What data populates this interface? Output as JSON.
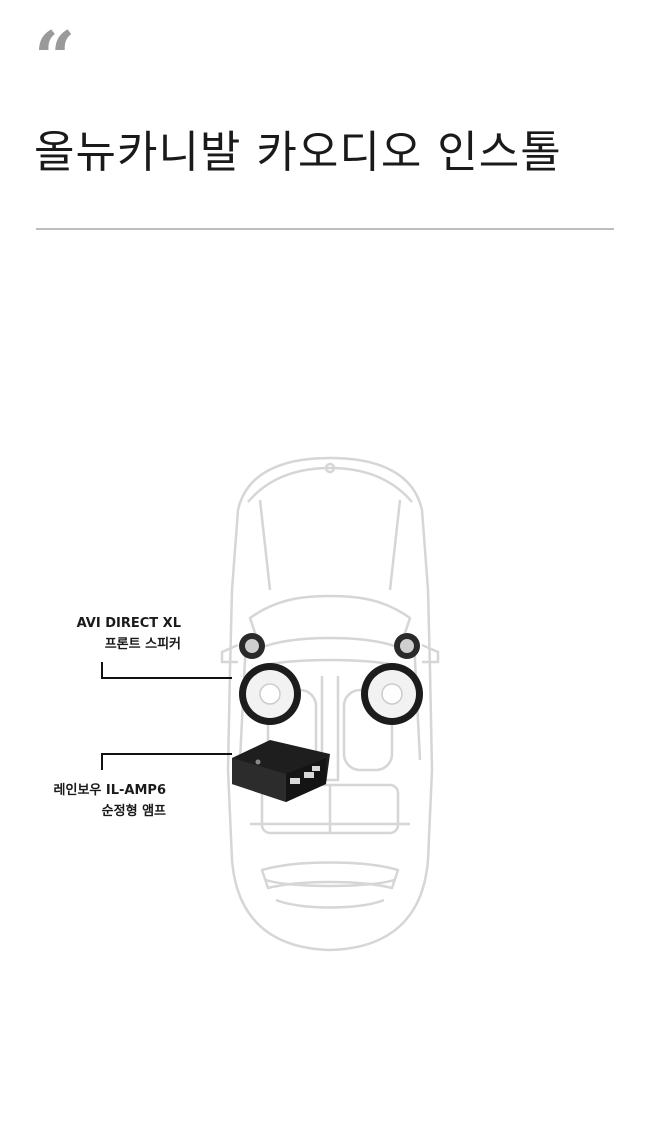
{
  "header": {
    "quote_icon": "quote-mark-icon",
    "title": "올뉴카니발 카오디오 인스톨"
  },
  "colors": {
    "title": "#1a1a1a",
    "quote": "#9a9a9a",
    "divider": "#bdbdbd",
    "car_outline": "#d6d6d6",
    "callout_line": "#111111"
  },
  "diagram": {
    "speaker_label": {
      "line1": "AVI DIRECT XL",
      "line2": "프론트 스피커"
    },
    "amp_label": {
      "line1": "레인보우 IL-AMP6",
      "line2": "순정형 앰프"
    }
  }
}
